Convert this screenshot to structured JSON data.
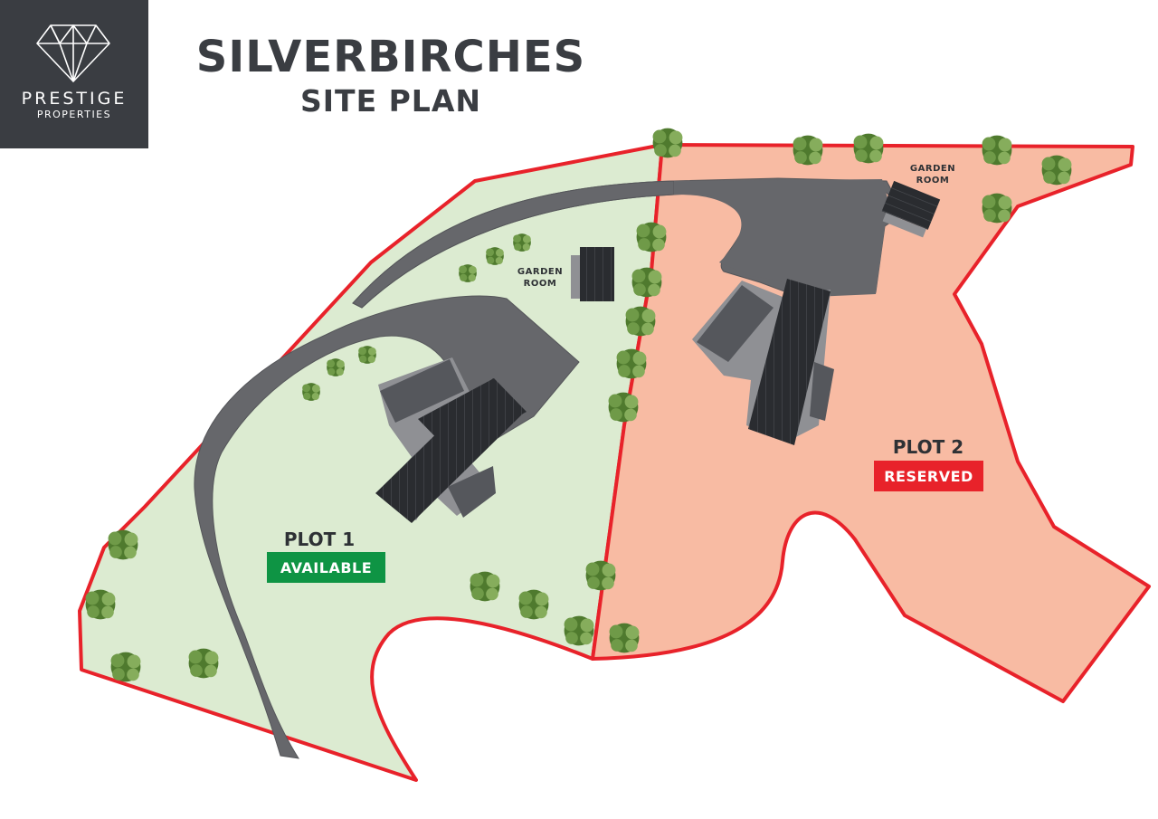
{
  "logo": {
    "line1": "PRESTIGE",
    "line2": "PROPERTIES",
    "icon": "diamond-icon",
    "background": "#3a3d42"
  },
  "header": {
    "title": "SILVERBIRCHES",
    "subtitle": "SITE PLAN"
  },
  "plots": [
    {
      "label": "PLOT 1",
      "status": "AVAILABLE",
      "fill": "#dcebd1",
      "status_color": "#0e9444"
    },
    {
      "label": "PLOT 2",
      "status": "RESERVED",
      "fill": "#f8bba3",
      "status_color": "#e8222a"
    }
  ],
  "garden_rooms": [
    {
      "line1": "GARDEN",
      "line2": "ROOM"
    },
    {
      "line1": "GARDEN",
      "line2": "ROOM"
    }
  ],
  "colors": {
    "boundary": "#e8222a",
    "driveway": "#66676b",
    "roof": "#2a2c30",
    "tree": "#5e8a3a"
  }
}
